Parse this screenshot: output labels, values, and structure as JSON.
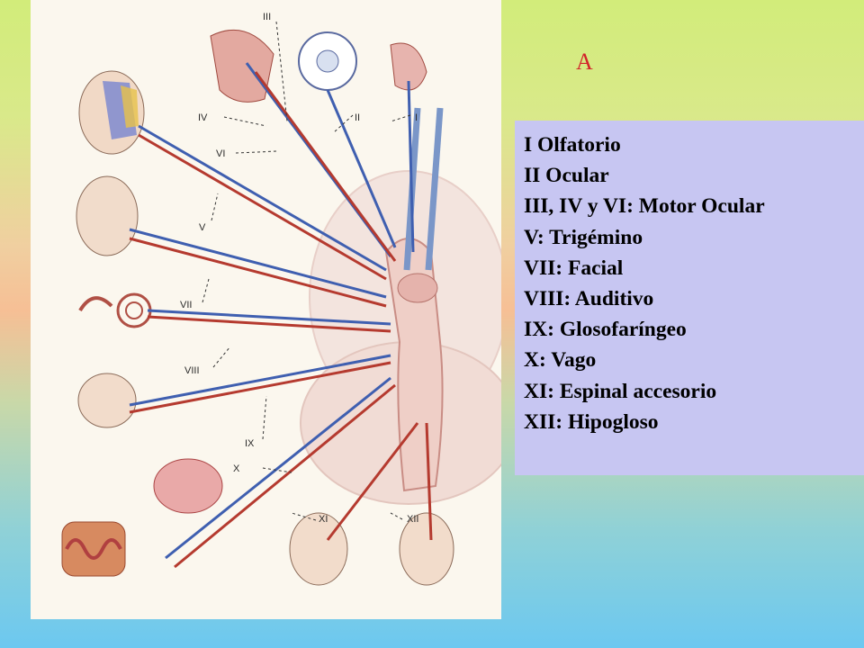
{
  "corner_letter": "A",
  "legend": [
    "I Olfatorio",
    "II Ocular",
    "III, IV y VI: Motor Ocular",
    "V: Trigémino",
    "VII: Facial",
    "VIII: Auditivo",
    "IX: Glosofaríngeo",
    "X: Vago",
    "XI: Espinal accesorio",
    "XII: Hipogloso"
  ],
  "diagram_labels": {
    "III": "III",
    "IV": "IV",
    "VI": "VI",
    "II": "II",
    "I": "I",
    "V": "V",
    "VII": "VII",
    "VIII": "VIII",
    "IX": "IX",
    "X": "X",
    "XI": "XI",
    "XII": "XII"
  },
  "colors": {
    "nerve_blue": "#3f5fb0",
    "nerve_red": "#b53a2f",
    "tissue_pink": "#e9b8b0",
    "letter_red": "#d2232a",
    "legend_bg": "#c7c6f2"
  }
}
